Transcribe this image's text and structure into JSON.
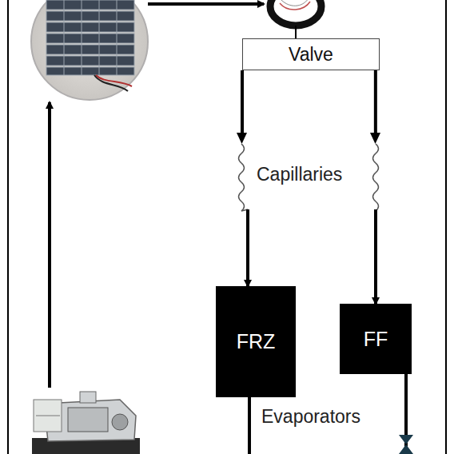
{
  "diagram": {
    "nodes": [
      {
        "text": [
          "Valve"
        ]
      },
      {
        "text": [
          "FRZ"
        ]
      },
      {
        "text": [
          "FF"
        ]
      }
    ],
    "edges": [
      {
        "from": 0,
        "to": 1,
        "arrow": "to"
      },
      {
        "from": 0,
        "to": 2,
        "arrow": "to"
      }
    ],
    "labels": [
      "Capillaries",
      "Evaporators"
    ]
  }
}
